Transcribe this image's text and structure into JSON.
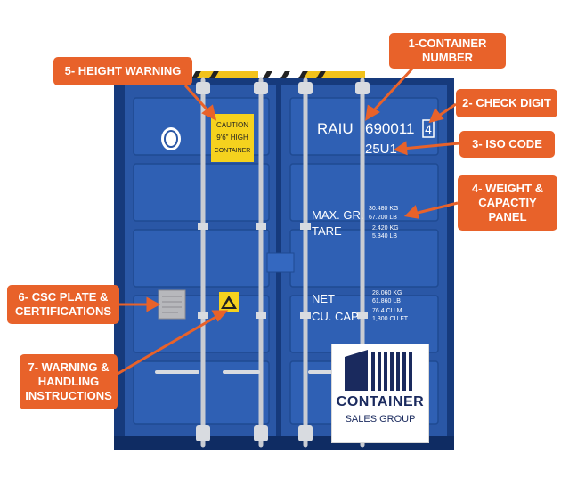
{
  "colors": {
    "callout": "#e8622a",
    "container_blue": "#2a57a6",
    "container_dark": "#163a7c",
    "marking_white": "#ffffff",
    "caution_yellow": "#f5d21e"
  },
  "callouts": {
    "c1": "1-CONTAINER NUMBER",
    "c2": "2- CHECK DIGIT",
    "c3": "3- ISO CODE",
    "c4": "4- WEIGHT & CAPACTIY PANEL",
    "c5": "5- HEIGHT WARNING",
    "c6": "6- CSC PLATE & CERTIFICATIONS",
    "c7": "7- WARNING & HANDLING INSTRUCTIONS"
  },
  "markings": {
    "owner_code": "RAIU",
    "serial": "690011",
    "check_digit": "4",
    "iso_code": "25U1",
    "caution_line1": "CAUTION",
    "caution_line2": "9'6\" HIGH",
    "caution_line3": "CONTAINER",
    "max_gr_label": "MAX. GR.",
    "max_gr_kg": "30.480 KG",
    "max_gr_lb": "67.200 LB",
    "tare_label": "TARE",
    "tare_kg": "2.420 KG",
    "tare_lb": "5.340 LB",
    "net_label": "NET",
    "net_kg": "28.060 KG",
    "net_lb": "61.860 LB",
    "cu_cap_label": "CU. CAP.",
    "cu_cap_m": "76.4 CU.M.",
    "cu_cap_ft": "1,300 CU.FT."
  },
  "logo": {
    "name": "CONTAINER",
    "sub": "SALES GROUP"
  }
}
